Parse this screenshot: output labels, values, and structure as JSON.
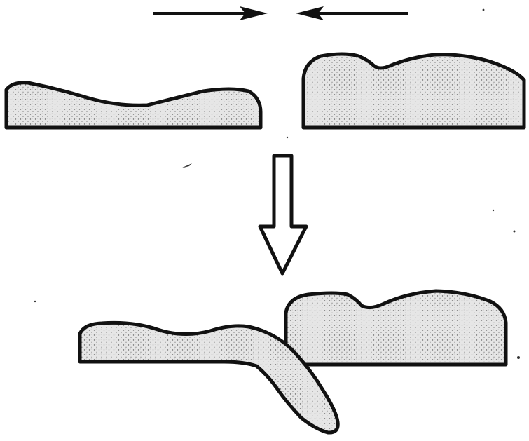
{
  "diagram": {
    "elements": [
      {
        "name": "push-arrow-right-icon",
        "meaning": "force-pushing-right"
      },
      {
        "name": "push-arrow-left-icon",
        "meaning": "force-pushing-left"
      },
      {
        "name": "thin-plate-before",
        "meaning": "thinner-denser-block"
      },
      {
        "name": "thick-plate-before",
        "meaning": "thicker-lighter-block"
      },
      {
        "name": "transition-arrow-down-icon",
        "meaning": "leads-to"
      },
      {
        "name": "subducting-plate-after",
        "meaning": "plate-bending-under"
      },
      {
        "name": "overriding-plate-after",
        "meaning": "plate-staying-on-top"
      }
    ],
    "colors": {
      "outline": "#111111",
      "fill": "#e6e6e6",
      "stipple": "#666666",
      "background": "#ffffff"
    }
  }
}
